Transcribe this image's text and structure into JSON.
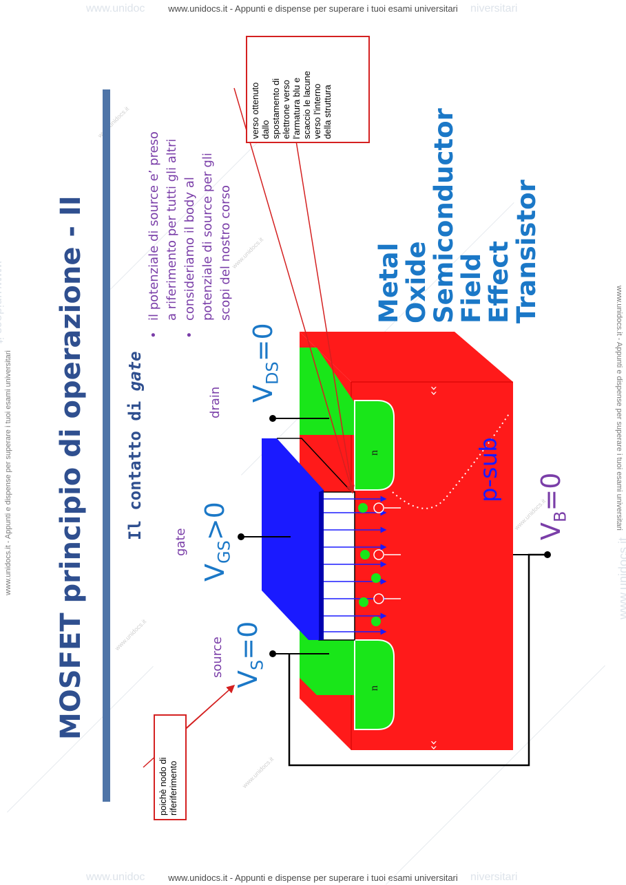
{
  "watermark": {
    "top": "www.unidocs.it - Appunti e dispense per superare i tuoi esami universitari",
    "bottom": "www.unidocs.it - Appunti e dispense per superare i tuoi esami universitari",
    "ghost_left": "www.unidoc",
    "ghost_right": "niversitari",
    "side": "www.unidocs.it - Appunti e dispense per superare i tuoi esami universitari",
    "small": "www.unidocs.it",
    "side_ghost": "www.unidocs.it"
  },
  "slide": {
    "title": "MOSFET principio di operazione - II",
    "heading_prefix": "Il contatto di ",
    "heading_em": "gate",
    "bullets": [
      [
        "il potenziale di source e’ preso",
        "a riferimento per tutti gli altri"
      ],
      [
        "consideriamo il body al",
        "potenziale di source per gli",
        "scopi del nostro corso"
      ]
    ]
  },
  "labels": {
    "gate": "gate",
    "drain": "drain",
    "source": "source",
    "p_sub": "p-sub",
    "n": "n",
    "vgs_main": "V",
    "vgs_sub": "GS",
    "vgs_rest": ">0",
    "vds_main": "V",
    "vds_sub": "DS",
    "vds_rest": "=0",
    "vs_main": "V",
    "vs_sub": "S",
    "vs_rest": "=0",
    "vb_main": "V",
    "vb_sub": "B",
    "vb_rest": "=0",
    "acronym": [
      "Metal",
      "Oxide",
      "Semiconductor",
      "Field",
      "Effect",
      "Transistor"
    ]
  },
  "callouts": {
    "top": [
      "verso ottenuto",
      "dallo",
      "spostamento di",
      "elettrone verso",
      "l'armatura blu e",
      "scaccio le lacune",
      "verso l'interno",
      "della struttura"
    ],
    "bottom": [
      "poichè nodo di",
      "riferiferimento"
    ]
  },
  "colors": {
    "title": "#2f4f8f",
    "bar": "#4f75a8",
    "substrate": "#ff1a1a",
    "ndiff": "#19e619",
    "gate": "#1a1aff",
    "label_purple": "#7a3ea8",
    "v_blue": "#1b78c7",
    "accent_red": "#d42020"
  }
}
